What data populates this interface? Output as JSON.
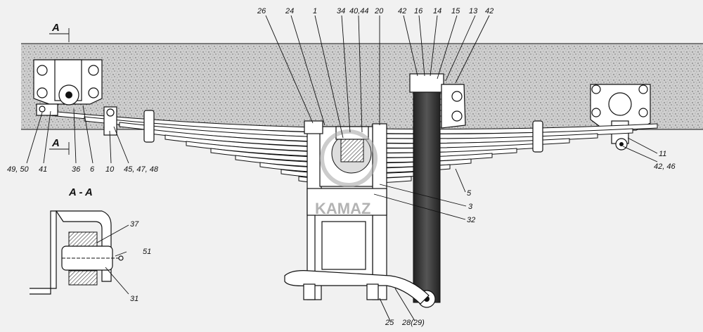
{
  "section_marks": {
    "a_top": "A",
    "a_bottom": "A",
    "view_title": "A - A"
  },
  "watermark": "KAMAZ",
  "callouts": {
    "c26": "26",
    "c24": "24",
    "c1": "1",
    "c34": "34",
    "c40_44": "40,44",
    "c20": "20",
    "c42a": "42",
    "c16": "16",
    "c14": "14",
    "c15": "15",
    "c13": "13",
    "c42b": "42",
    "c49_50": "49, 50",
    "c41": "41",
    "c36": "36",
    "c6": "6",
    "c10": "10",
    "c45_47_48": "45, 47, 48",
    "c11": "11",
    "c42_46": "42, 46",
    "c5": "5",
    "c3": "3",
    "c32": "32",
    "c25": "25",
    "c28_29": "28(29)",
    "c37": "37",
    "c51": "51",
    "c31": "31"
  }
}
